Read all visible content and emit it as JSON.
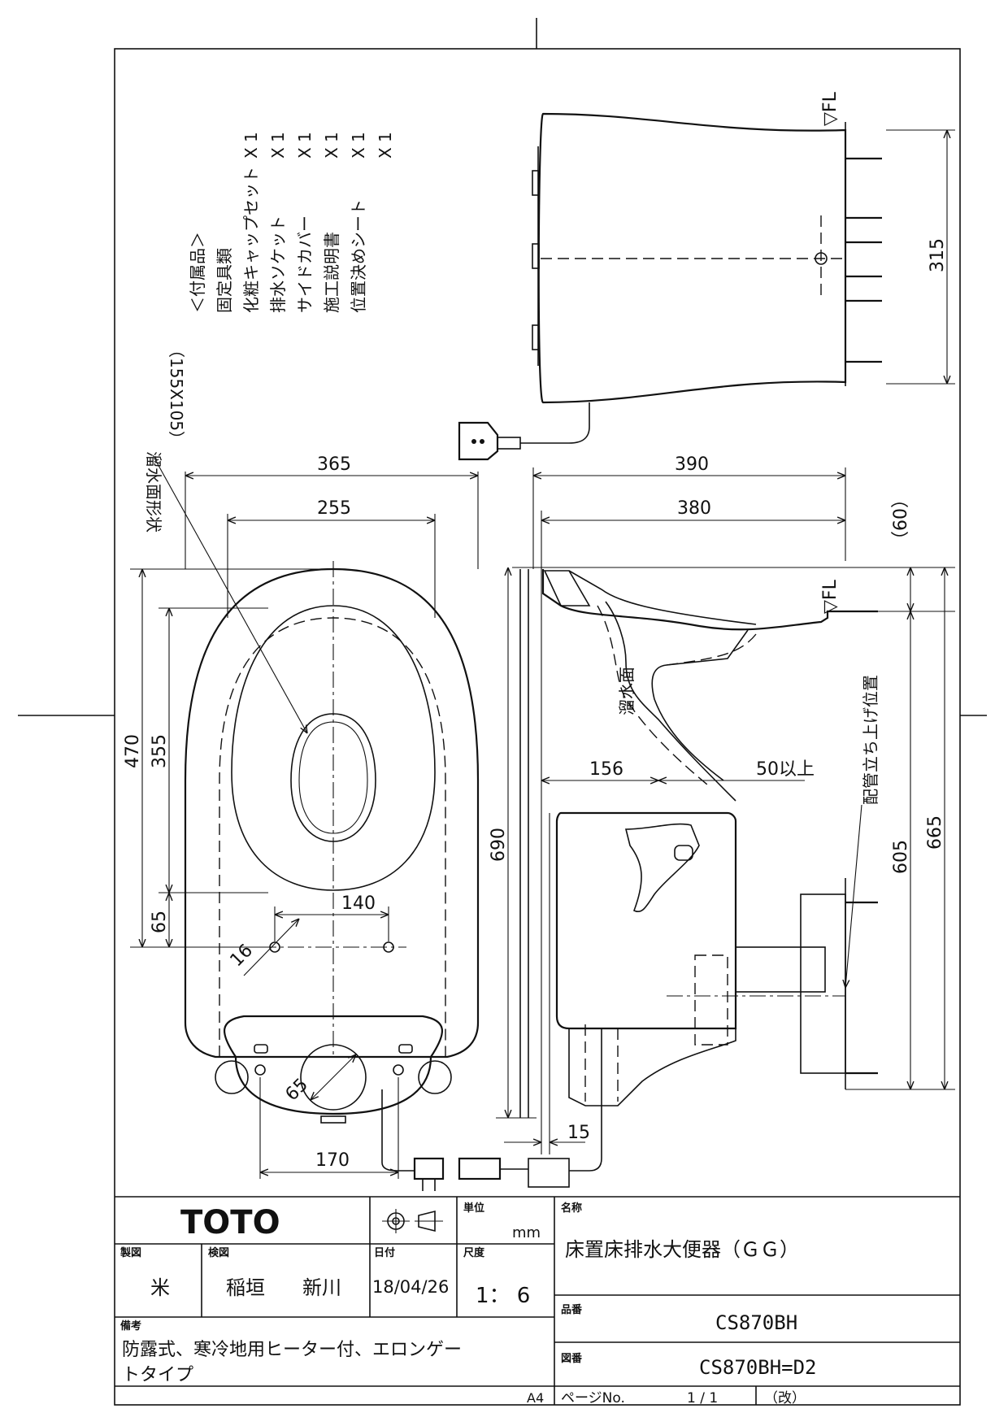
{
  "accessories": {
    "header": "＜付属品＞",
    "items": [
      {
        "name": "固定具類",
        "qty": "X 1"
      },
      {
        "name": "化粧キャップセット",
        "qty": "X 1"
      },
      {
        "name": "排水ソケット",
        "qty": "X 1"
      },
      {
        "name": "サイドカバー",
        "qty": "X 1"
      },
      {
        "name": "施工説明書",
        "qty": "X 1"
      },
      {
        "name": "位置決めシート",
        "qty": "X 1"
      }
    ]
  },
  "annotations": {
    "water_surface_shape": "溜水面形状",
    "water_surface_size": "（155X105）",
    "water_surface": "溜水面",
    "pipe_position": "配管立ち上げ位置",
    "fl_top": "▽FL",
    "fl_side": "▽FL",
    "paper_size": "A4"
  },
  "dimensions": {
    "d365": "365",
    "d255": "255",
    "d470": "470",
    "d355": "355",
    "d65": "65",
    "d140": "140",
    "d16": "16",
    "d65b": "65",
    "d170": "170",
    "d390": "390",
    "d380": "380",
    "d60": "（60）",
    "d315": "315",
    "d690": "690",
    "d156": "156",
    "d50": "50以上",
    "d605": "605",
    "d665": "665",
    "d15": "15"
  },
  "title_block": {
    "logo": "TOTO",
    "unit_label": "単位",
    "unit_value": "mm",
    "name_label": "名称",
    "name_value": "床置床排水大便器（ＧＧ）",
    "drawn_label": "製図",
    "drawn_value": "米",
    "checked_label": "検図",
    "checked_value1": "稲垣",
    "checked_value2": "新川",
    "date_label": "日付",
    "date_value": "18/04/26",
    "scale_label": "尺度",
    "scale_value": "1： 6",
    "product_label": "品番",
    "product_value": "CS870BH",
    "drawing_label": "図番",
    "drawing_value": "CS870BH=D2",
    "remarks_label": "備考",
    "remarks_line1": "防露式、寒冷地用ヒーター付、エロンゲー",
    "remarks_line2": "トタイプ",
    "page_label": "ページNo.",
    "page_value": "1 / 1",
    "rev_label": "（改）"
  }
}
